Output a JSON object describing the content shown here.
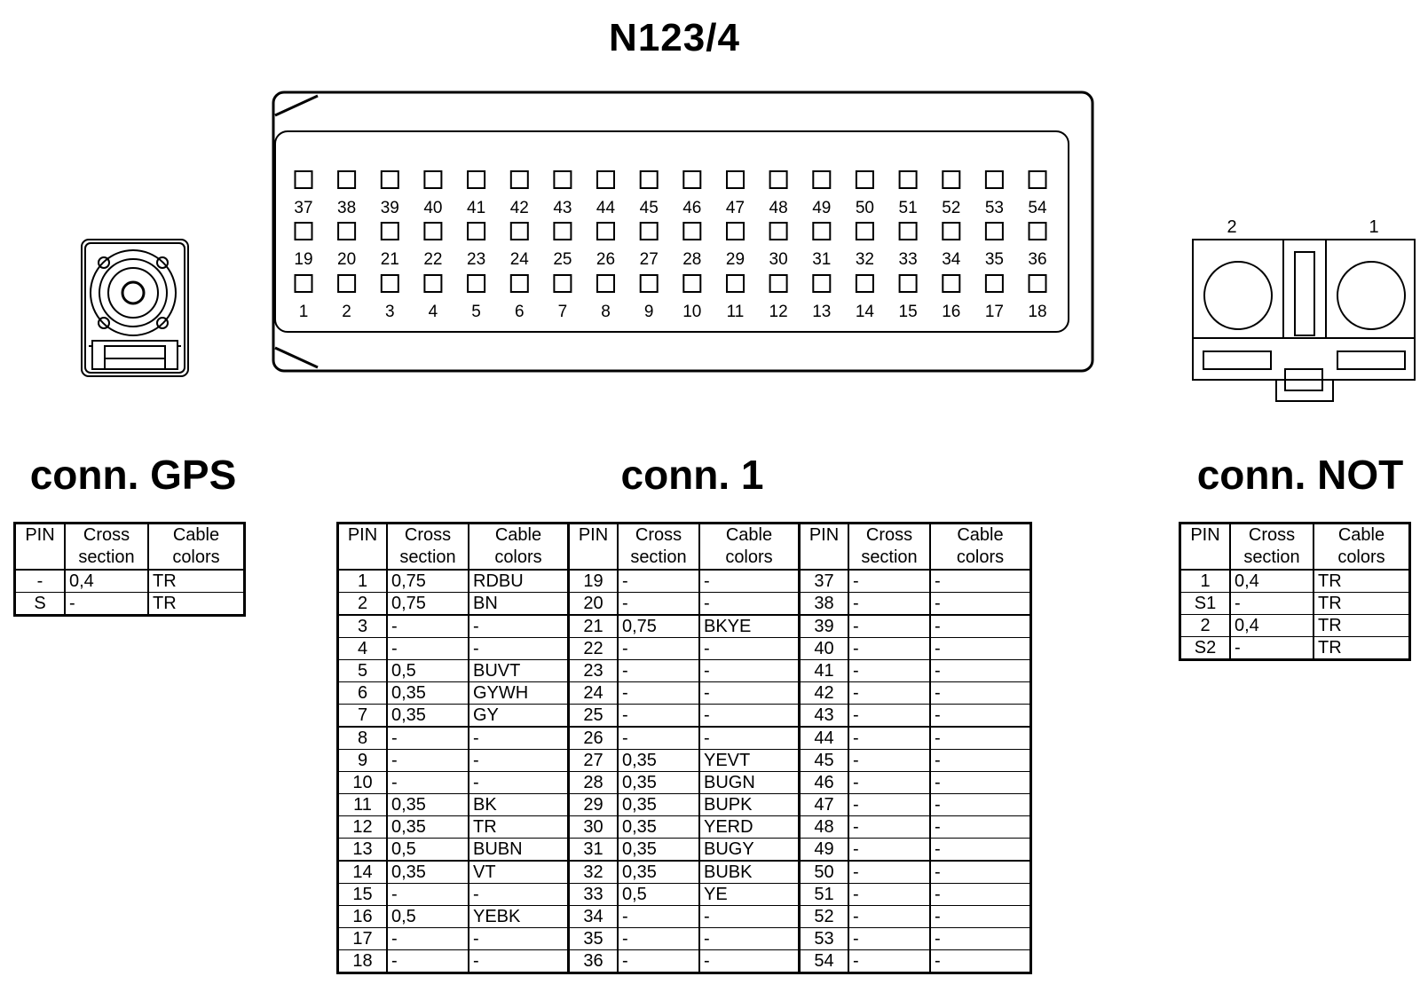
{
  "title": "N123/4",
  "connector_1": {
    "row_top_pins": [
      "37",
      "38",
      "39",
      "40",
      "41",
      "42",
      "43",
      "44",
      "45",
      "46",
      "47",
      "48",
      "49",
      "50",
      "51",
      "52",
      "53",
      "54"
    ],
    "row_mid_pins": [
      "19",
      "20",
      "21",
      "22",
      "23",
      "24",
      "25",
      "26",
      "27",
      "28",
      "29",
      "30",
      "31",
      "32",
      "33",
      "34",
      "35",
      "36"
    ],
    "row_bottom_pins": [
      "1",
      "2",
      "3",
      "4",
      "5",
      "6",
      "7",
      "8",
      "9",
      "10",
      "11",
      "12",
      "13",
      "14",
      "15",
      "16",
      "17",
      "18"
    ]
  },
  "connector_not_pins": {
    "left": "2",
    "right": "1"
  },
  "sections": {
    "gps": "conn. GPS",
    "conn1": "conn. 1",
    "not": "conn. NOT"
  },
  "table_headers": {
    "pin": "PIN",
    "cross_1": "Cross",
    "cross_2": "section",
    "cable_1": "Cable",
    "cable_2": "colors"
  },
  "gps_table": [
    [
      "-",
      "0,4",
      "TR"
    ],
    [
      "S",
      "-",
      "TR"
    ]
  ],
  "conn1_table": [
    [
      "1",
      "0,75",
      "RDBU",
      "19",
      "-",
      "-",
      "37",
      "-",
      "-"
    ],
    [
      "2",
      "0,75",
      "BN",
      "20",
      "-",
      "-",
      "38",
      "-",
      "-"
    ],
    [
      "3",
      "-",
      "-",
      "21",
      "0,75",
      "BKYE",
      "39",
      "-",
      "-"
    ],
    [
      "4",
      "-",
      "-",
      "22",
      "-",
      "-",
      "40",
      "-",
      "-"
    ],
    [
      "5",
      "0,5",
      "BUVT",
      "23",
      "-",
      "-",
      "41",
      "-",
      "-"
    ],
    [
      "6",
      "0,35",
      "GYWH",
      "24",
      "-",
      "-",
      "42",
      "-",
      "-"
    ],
    [
      "7",
      "0,35",
      "GY",
      "25",
      "-",
      "-",
      "43",
      "-",
      "-"
    ],
    [
      "8",
      "-",
      "-",
      "26",
      "-",
      "-",
      "44",
      "-",
      "-"
    ],
    [
      "9",
      "-",
      "-",
      "27",
      "0,35",
      "YEVT",
      "45",
      "-",
      "-"
    ],
    [
      "10",
      "-",
      "-",
      "28",
      "0,35",
      "BUGN",
      "46",
      "-",
      "-"
    ],
    [
      "11",
      "0,35",
      "BK",
      "29",
      "0,35",
      "BUPK",
      "47",
      "-",
      "-"
    ],
    [
      "12",
      "0,35",
      "TR",
      "30",
      "0,35",
      "YERD",
      "48",
      "-",
      "-"
    ],
    [
      "13",
      "0,5",
      "BUBN",
      "31",
      "0,35",
      "BUGY",
      "49",
      "-",
      "-"
    ],
    [
      "14",
      "0,35",
      "VT",
      "32",
      "0,35",
      "BUBK",
      "50",
      "-",
      "-"
    ],
    [
      "15",
      "-",
      "-",
      "33",
      "0,5",
      "YE",
      "51",
      "-",
      "-"
    ],
    [
      "16",
      "0,5",
      "YEBK",
      "34",
      "-",
      "-",
      "52",
      "-",
      "-"
    ],
    [
      "17",
      "-",
      "-",
      "35",
      "-",
      "-",
      "53",
      "-",
      "-"
    ],
    [
      "18",
      "-",
      "-",
      "36",
      "-",
      "-",
      "54",
      "-",
      "-"
    ]
  ],
  "not_table": [
    [
      "1",
      "0,4",
      "TR"
    ],
    [
      "S1",
      "-",
      "TR"
    ],
    [
      "2",
      "0,4",
      "TR"
    ],
    [
      "S2",
      "-",
      "TR"
    ]
  ]
}
